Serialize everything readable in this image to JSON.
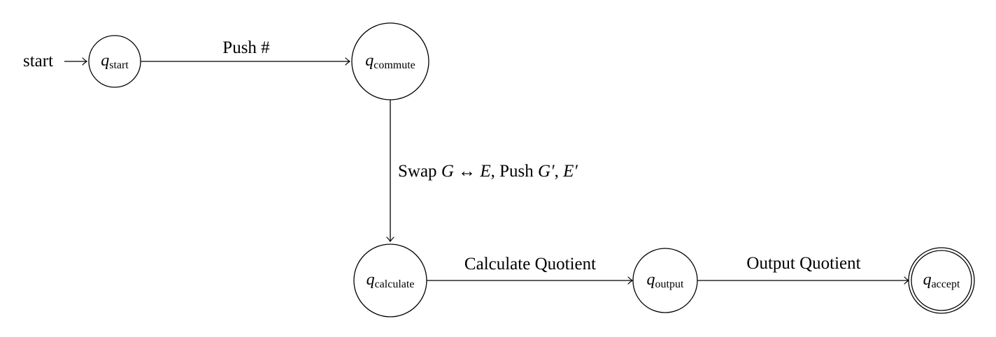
{
  "start_label": "start",
  "states": {
    "start": {
      "q": "q",
      "sub": "start"
    },
    "commute": {
      "q": "q",
      "sub": "commute"
    },
    "calculate": {
      "q": "q",
      "sub": "calculate"
    },
    "output": {
      "q": "q",
      "sub": "output"
    },
    "accept": {
      "q": "q",
      "sub": "accept"
    }
  },
  "edges": {
    "start_commute": {
      "text": "Push #"
    },
    "commute_calculate": {
      "swap": "Swap ",
      "g": "G",
      "arrow": " ↔ ",
      "e": "E",
      "comma_push": ", Push ",
      "g_prime": "G′",
      "comma": ", ",
      "e_prime": "E′"
    },
    "calculate_output": {
      "text": "Calculate Quotient"
    },
    "output_accept": {
      "text": "Output Quotient"
    }
  }
}
